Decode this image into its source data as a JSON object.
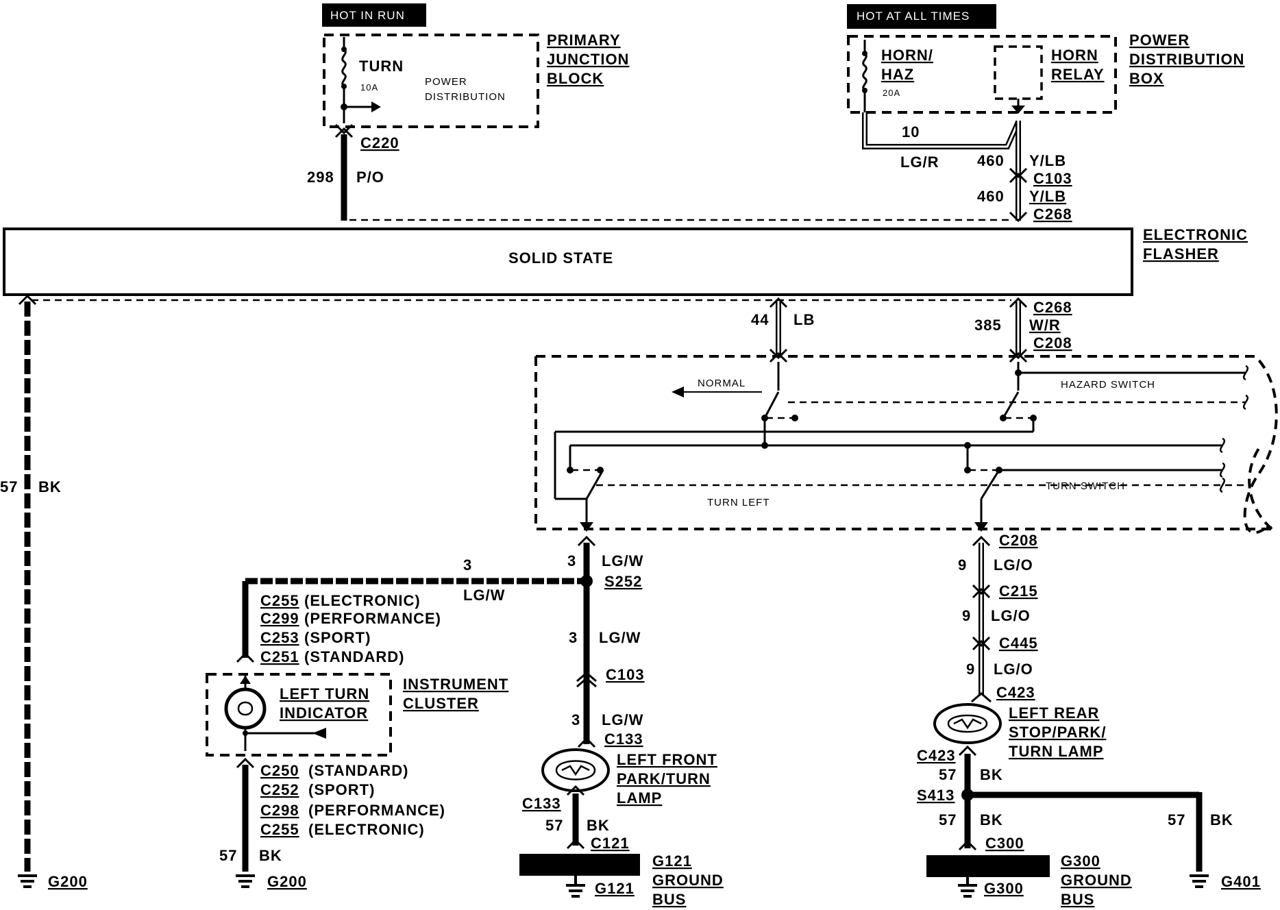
{
  "top": {
    "hot_in_run": "HOT IN RUN",
    "hot_at_all_times": "HOT AT ALL TIMES"
  },
  "primary_junction_block": {
    "title_1": "PRIMARY",
    "title_2": "JUNCTION",
    "title_3": "BLOCK",
    "fuse_name": "TURN",
    "fuse_rating": "10A",
    "note_1": "POWER",
    "note_2": "DISTRIBUTION"
  },
  "power_distribution_box": {
    "title_1": "POWER",
    "title_2": "DISTRIBUTION",
    "title_3": "BOX",
    "fuse_name_1": "HORN/",
    "fuse_name_2": "HAZ",
    "fuse_rating": "20A",
    "relay_1": "HORN",
    "relay_2": "RELAY"
  },
  "flasher": {
    "body": "SOLID STATE",
    "name_1": "ELECTRONIC",
    "name_2": "FLASHER"
  },
  "switch": {
    "normal": "NORMAL",
    "hazard": "HAZARD SWITCH",
    "turn_left": "TURN LEFT",
    "turn_switch": "TURN SWITCH"
  },
  "labels": {
    "c220": "C220",
    "c268": "C268",
    "c103": "C103",
    "c208": "C208",
    "c215": "C215",
    "c445": "C445",
    "c423": "C423",
    "c133": "C133",
    "c121": "C121",
    "c300": "C300",
    "s252": "S252",
    "s413": "S413",
    "g200": "G200",
    "g121": "G121",
    "g300": "G300",
    "g401": "G401",
    "ground": "GROUND",
    "bus": "BUS"
  },
  "wires": {
    "w298": "298",
    "po": "P/O",
    "w10": "10",
    "lgr": "LG/R",
    "w460": "460",
    "ylb": "Y/LB",
    "w44": "44",
    "lb": "LB",
    "w385": "385",
    "wr": "W/R",
    "w57": "57",
    "bk": "BK",
    "w3": "3",
    "lgw": "LG/W",
    "w9": "9",
    "lgo": "LG/O"
  },
  "cluster": {
    "c255e": "C255",
    "electronic": "(ELECTRONIC)",
    "c299": "C299",
    "performance": "(PERFORMANCE)",
    "c253": "C253",
    "sport": "(SPORT)",
    "c251": "C251",
    "standard": "(STANDARD)",
    "c250": "C250",
    "c252": "C252",
    "c298": "C298",
    "indicator_1": "LEFT TURN",
    "indicator_2": "INDICATOR",
    "name_1": "INSTRUMENT",
    "name_2": "CLUSTER"
  },
  "lamps": {
    "front_1": "LEFT FRONT",
    "front_2": "PARK/TURN",
    "front_3": "LAMP",
    "rear_1": "LEFT REAR",
    "rear_2": "STOP/PARK/",
    "rear_3": "TURN LAMP"
  }
}
